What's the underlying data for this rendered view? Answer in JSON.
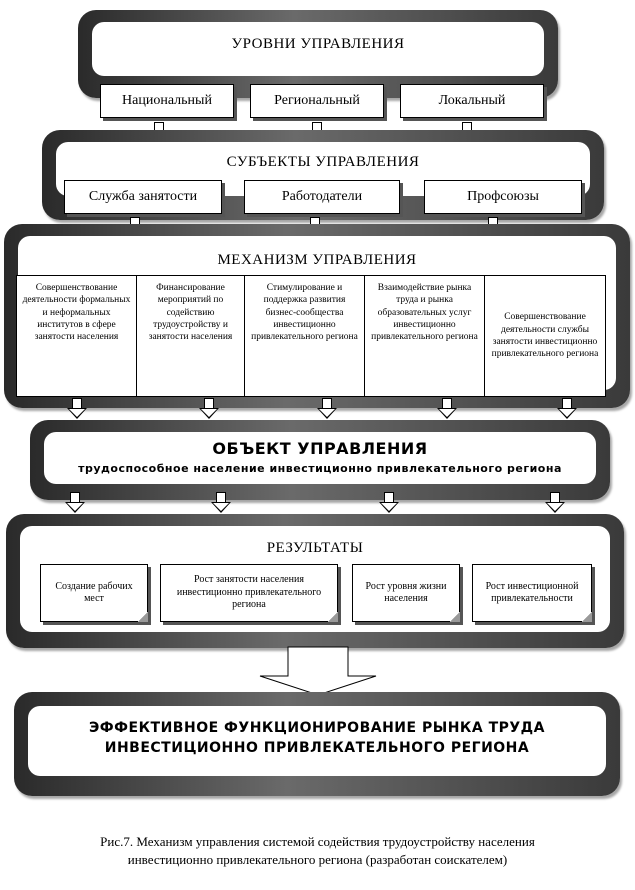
{
  "levels": {
    "title": "УРОВНИ УПРАВЛЕНИЯ",
    "items": [
      "Национальный",
      "Региональный",
      "Локальный"
    ]
  },
  "subjects": {
    "title": "СУБЪЕКТЫ УПРАВЛЕНИЯ",
    "items": [
      "Служба занятости",
      "Работодатели",
      "Профсоюзы"
    ]
  },
  "mechanism": {
    "title": "МЕХАНИЗМ УПРАВЛЕНИЯ",
    "items": [
      "Совершенствование деятельности формальных и неформальных институтов в сфере занятости населения",
      "Финансирование мероприятий по содействию трудоустройству и занятости населения",
      "Стимулирование и поддержка развития бизнес-сообщества инвестиционно привлекательного региона",
      "Взаимодействие рынка труда и рынка образовательных услуг инвестиционно привлекательного региона",
      "Совершенствование деятельности службы занятости инвестиционно привлекательного региона"
    ]
  },
  "object": {
    "title": "ОБЪЕКТ УПРАВЛЕНИЯ",
    "subtitle": "трудоспособное население инвестиционно привлекательного региона"
  },
  "results": {
    "title": "РЕЗУЛЬТАТЫ",
    "items": [
      "Создание рабочих мест",
      "Рост занятости населения инвестиционно привлекательного региона",
      "Рост уровня жизни населения",
      "Рост инвестиционной привлекательности"
    ]
  },
  "final": {
    "line1": "ЭФФЕКТИВНОЕ ФУНКЦИОНИРОВАНИЕ РЫНКА ТРУДА",
    "line2": "ИНВЕСТИЦИОННО ПРИВЛЕКАТЕЛЬНОГО РЕГИОНА"
  },
  "caption": {
    "line1": "Рис.7. Механизм управления системой содействия трудоустройству населения",
    "line2": "инвестиционно привлекательного региона (разработан соискателем)"
  }
}
